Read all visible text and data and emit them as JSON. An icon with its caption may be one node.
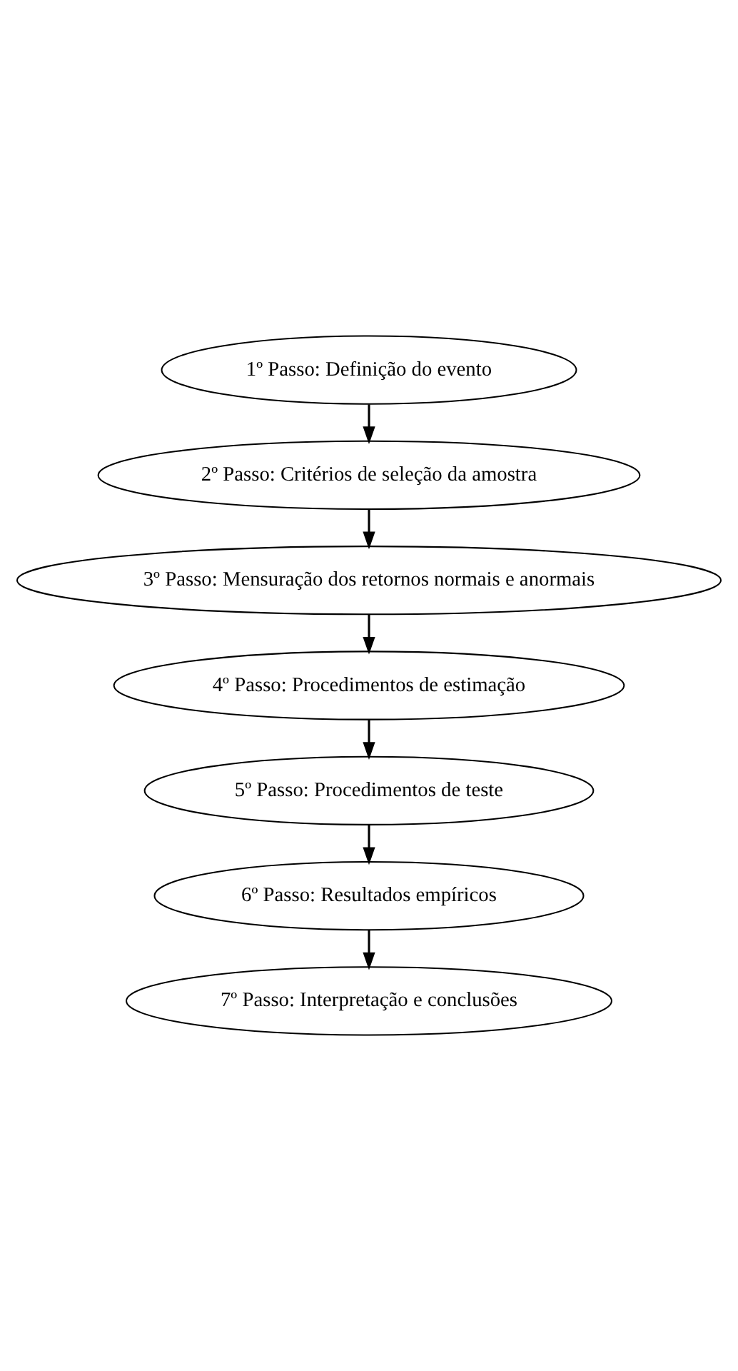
{
  "diagram": {
    "nodes": [
      {
        "text": [
          "1º Passo: Definição do evento"
        ]
      },
      {
        "text": [
          "2º Passo: Critérios de seleção da amostra"
        ]
      },
      {
        "text": [
          "3º Passo: Mensuração dos retornos normais e anormais"
        ]
      },
      {
        "text": [
          "4º Passo: Procedimentos de estimação"
        ]
      },
      {
        "text": [
          "5º Passo: Procedimentos de teste"
        ]
      },
      {
        "text": [
          "6º Passo: Resultados empíricos"
        ]
      },
      {
        "text": [
          "7º Passo: Interpretação e conclusões"
        ]
      }
    ],
    "edges": [
      {
        "from": 0,
        "to": 1,
        "arrow": "to"
      },
      {
        "from": 1,
        "to": 2,
        "arrow": "to"
      },
      {
        "from": 2,
        "to": 3,
        "arrow": "to"
      },
      {
        "from": 3,
        "to": 4,
        "arrow": "to"
      },
      {
        "from": 4,
        "to": 5,
        "arrow": "to"
      },
      {
        "from": 5,
        "to": 6,
        "arrow": "to"
      }
    ]
  }
}
